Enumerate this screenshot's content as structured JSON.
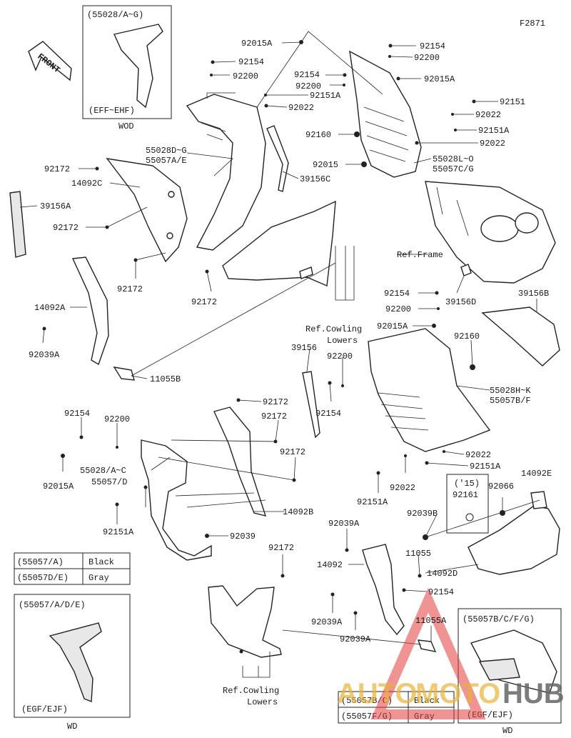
{
  "figure_id": "F2871",
  "front_label": "FRONT",
  "watermark": {
    "part1": "AUTO",
    "part2": "MOTO",
    "part3": "HUB",
    "color_red": "#e23a3a",
    "color_gold": "#e8b53a"
  },
  "insets": {
    "wod": {
      "code": "(55028/A~G)",
      "note": "(EFF~EHF)",
      "tag": "WOD"
    },
    "wd_left": {
      "code": "(55057/A/D/E)",
      "note": "(EGF/EJF)",
      "tag": "WD"
    },
    "wd_right": {
      "code": "(55057B/C/F/G)",
      "note": "(EGF/EJF)",
      "tag": "WD"
    }
  },
  "color_tables": {
    "left": [
      [
        "(55057/A)",
        "Black"
      ],
      [
        "(55057D/E)",
        "Gray"
      ]
    ],
    "right": [
      [
        "(55057B/C)",
        "Black"
      ],
      [
        "(55057F/G)",
        "Gray"
      ]
    ]
  },
  "labels": [
    {
      "id": "l01",
      "text": "92015A"
    },
    {
      "id": "l02",
      "text": "92154"
    },
    {
      "id": "l03",
      "text": "92200"
    },
    {
      "id": "l04",
      "text": "92154"
    },
    {
      "id": "l05",
      "text": "92200"
    },
    {
      "id": "l06",
      "text": "92154"
    },
    {
      "id": "l07",
      "text": "92200"
    },
    {
      "id": "l08",
      "text": "92015A"
    },
    {
      "id": "l09",
      "text": "92151A"
    },
    {
      "id": "l10",
      "text": "92022"
    },
    {
      "id": "l11",
      "text": "92151"
    },
    {
      "id": "l12",
      "text": "92022"
    },
    {
      "id": "l13",
      "text": "92151A"
    },
    {
      "id": "l14",
      "text": "92022"
    },
    {
      "id": "l15",
      "text": "92160"
    },
    {
      "id": "l16",
      "text": "92015"
    },
    {
      "id": "l17",
      "text": "55028L~O"
    },
    {
      "id": "l18",
      "text": "55057C/G"
    },
    {
      "id": "l19",
      "text": "55028D~G"
    },
    {
      "id": "l20",
      "text": "55057A/E"
    },
    {
      "id": "l21",
      "text": "92172"
    },
    {
      "id": "l22",
      "text": "14092C"
    },
    {
      "id": "l23",
      "text": "39156C"
    },
    {
      "id": "l24",
      "text": "39156A"
    },
    {
      "id": "l25",
      "text": "92172"
    },
    {
      "id": "l26",
      "text": "Ref.Frame"
    },
    {
      "id": "l27",
      "text": "92172"
    },
    {
      "id": "l28",
      "text": "92172"
    },
    {
      "id": "l29",
      "text": "92154"
    },
    {
      "id": "l30",
      "text": "39156D"
    },
    {
      "id": "l31",
      "text": "39156B"
    },
    {
      "id": "l32",
      "text": "92200"
    },
    {
      "id": "l33",
      "text": "14092A"
    },
    {
      "id": "l34",
      "text": "Ref.Cowling"
    },
    {
      "id": "l35",
      "text": "Lowers"
    },
    {
      "id": "l36",
      "text": "92015A"
    },
    {
      "id": "l37",
      "text": "92160"
    },
    {
      "id": "l38",
      "text": "92039A"
    },
    {
      "id": "l39",
      "text": "39156"
    },
    {
      "id": "l40",
      "text": "92200"
    },
    {
      "id": "l41",
      "text": "11055B"
    },
    {
      "id": "l42",
      "text": "55028H~K"
    },
    {
      "id": "l43",
      "text": "55057B/F"
    },
    {
      "id": "l44",
      "text": "92154"
    },
    {
      "id": "l45",
      "text": "92172"
    },
    {
      "id": "l46",
      "text": "92154"
    },
    {
      "id": "l47",
      "text": "92200"
    },
    {
      "id": "l48",
      "text": "92172"
    },
    {
      "id": "l49",
      "text": "92172"
    },
    {
      "id": "l50",
      "text": "92022"
    },
    {
      "id": "l51",
      "text": "92151A"
    },
    {
      "id": "l52",
      "text": "55028/A~C"
    },
    {
      "id": "l53",
      "text": "55057/D"
    },
    {
      "id": "l54",
      "text": "92015A"
    },
    {
      "id": "l55",
      "text": "92022"
    },
    {
      "id": "l56",
      "text": "92151A"
    },
    {
      "id": "l57",
      "text": "('15)"
    },
    {
      "id": "l58",
      "text": "92161"
    },
    {
      "id": "l59",
      "text": "92066"
    },
    {
      "id": "l60",
      "text": "14092E"
    },
    {
      "id": "l61",
      "text": "14092B"
    },
    {
      "id": "l62",
      "text": "92151A"
    },
    {
      "id": "l63",
      "text": "92039B"
    },
    {
      "id": "l64",
      "text": "92039A"
    },
    {
      "id": "l65",
      "text": "92039"
    },
    {
      "id": "l66",
      "text": "92172"
    },
    {
      "id": "l67",
      "text": "14092"
    },
    {
      "id": "l68",
      "text": "11055"
    },
    {
      "id": "l69",
      "text": "14092D"
    },
    {
      "id": "l70",
      "text": "92154"
    },
    {
      "id": "l71",
      "text": "92039A"
    },
    {
      "id": "l72",
      "text": "11055A"
    },
    {
      "id": "l73",
      "text": "92039A"
    },
    {
      "id": "l74",
      "text": "Ref.Cowling"
    },
    {
      "id": "l75",
      "text": "Lowers"
    }
  ]
}
